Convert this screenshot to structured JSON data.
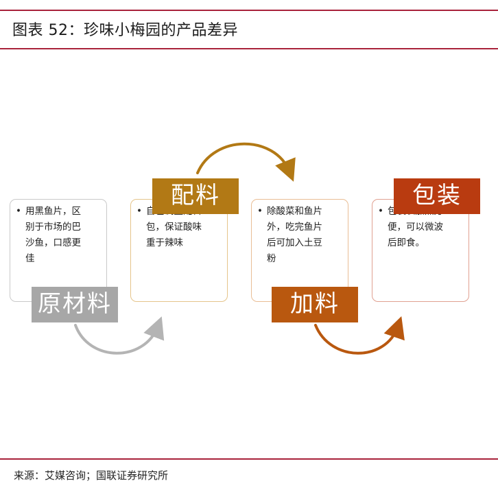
{
  "figure": {
    "title": "图表 52：珍味小梅园的产品差异",
    "source": "来源：艾媒咨询；国联证券研究所"
  },
  "steps": [
    {
      "label": "原材料",
      "bullet": "•",
      "text": "用黑鱼片，区\n别于市场的巴\n沙鱼，口感更\n佳",
      "color": "#a7a7a7"
    },
    {
      "label": "配料",
      "bullet": "•",
      "text": "自己调整配料\n包，保证酸味\n重于辣味",
      "color": "#b27915"
    },
    {
      "label": "加料",
      "bullet": "•",
      "text": "除酸菜和鱼片\n外，吃完鱼片\n后可加入土豆\n粉",
      "color": "#b9580f"
    },
    {
      "label": "包装",
      "bullet": "•",
      "text": "包装袋加热方\n便，可以微波\n后即食。",
      "color": "#b93b10"
    }
  ],
  "arrows": [
    {
      "from": "原材料",
      "to": "配料",
      "color": "#b4b4b4",
      "icon": "curved-arrow-icon"
    },
    {
      "from": "配料",
      "to": "加料",
      "color": "#b27915",
      "icon": "curved-arrow-icon"
    },
    {
      "from": "加料",
      "to": "包装",
      "color": "#b9580f",
      "icon": "curved-arrow-icon"
    }
  ]
}
